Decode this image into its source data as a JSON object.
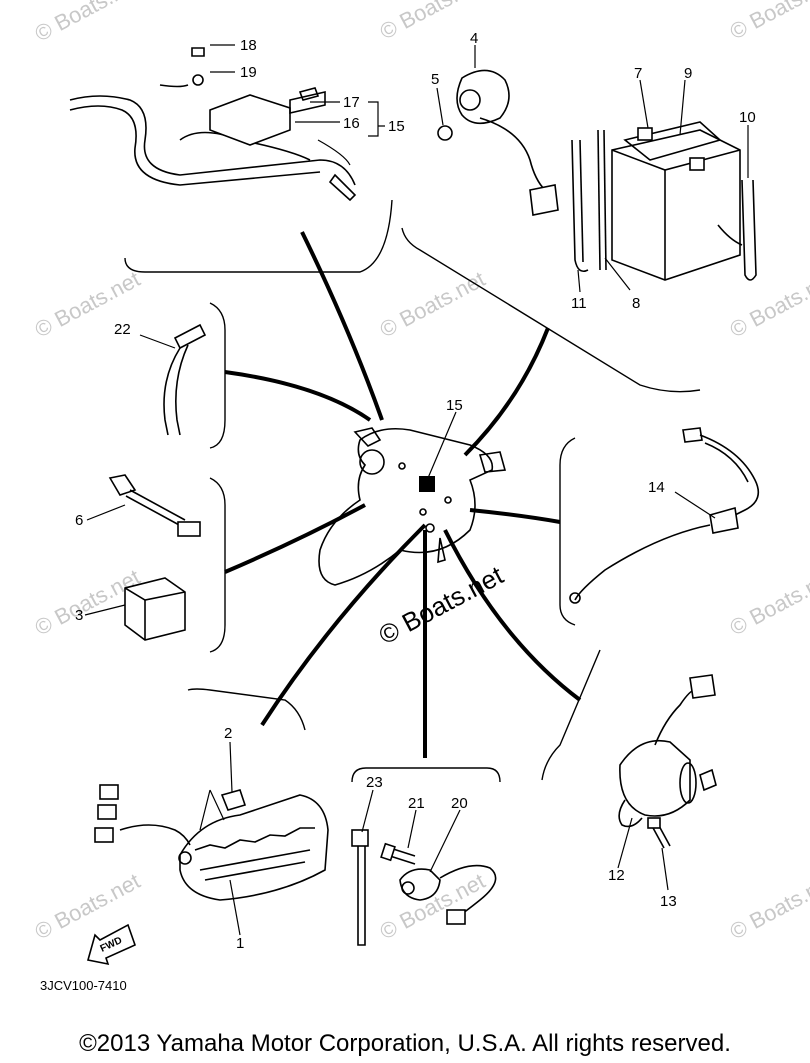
{
  "diagram_code": "3JCV100-7410",
  "fwd_label": "FWD",
  "copyright": "©2013 Yamaha Motor Corporation, U.S.A. All rights reserved.",
  "watermark": "© Boats.net",
  "callouts": {
    "c1": "1",
    "c2": "2",
    "c3": "3",
    "c4": "4",
    "c5": "5",
    "c6": "6",
    "c7": "7",
    "c8": "8",
    "c9": "9",
    "c10": "10",
    "c11": "11",
    "c12": "12",
    "c13": "13",
    "c14": "14",
    "c15a": "15",
    "c15b": "15",
    "c16": "16",
    "c17": "17",
    "c18": "18",
    "c19": "19",
    "c20": "20",
    "c21": "21",
    "c22": "22",
    "c23": "23"
  }
}
